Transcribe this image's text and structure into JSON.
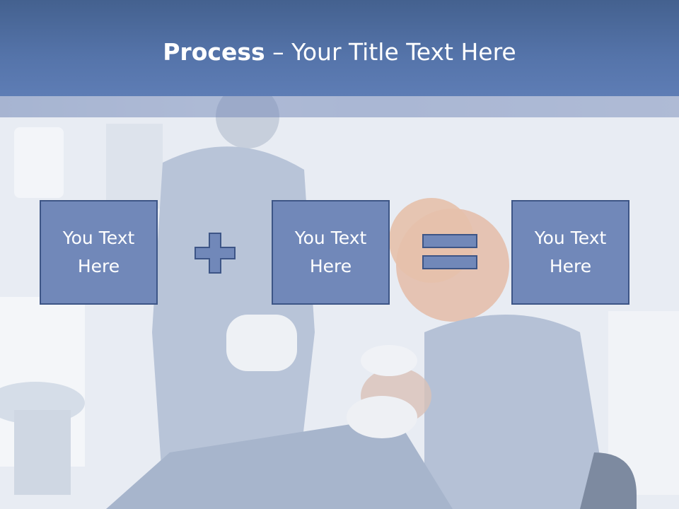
{
  "slide": {
    "title_bold": "Process",
    "title_rest": " – Your Title Text Here",
    "colors": {
      "title_bar": "#5574aa",
      "box_fill": "#7188b9",
      "box_border": "#3d5586",
      "text": "#ffffff"
    }
  },
  "process": {
    "box1": {
      "line1": "You Text",
      "line2": "Here"
    },
    "box2": {
      "line1": "You Text",
      "line2": "Here"
    },
    "box3": {
      "line1": "You Text",
      "line2": "Here"
    },
    "operator1_icon": "plus-icon",
    "operator2_icon": "equals-icon"
  }
}
